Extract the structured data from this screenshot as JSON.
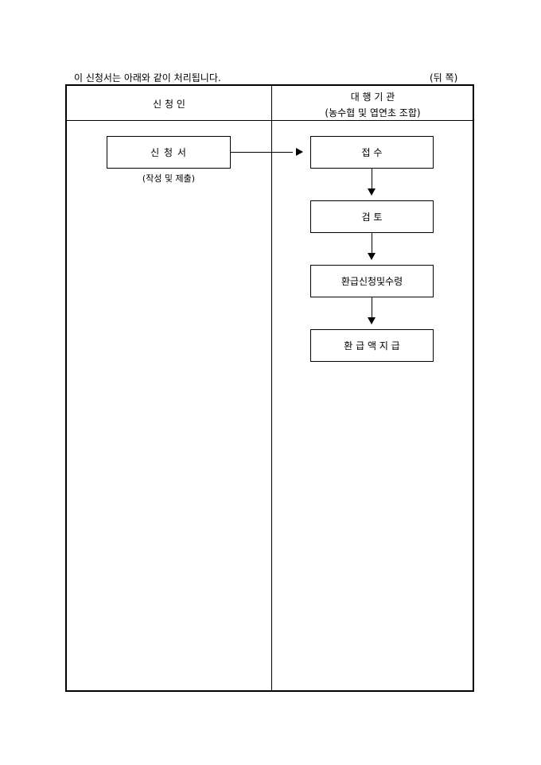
{
  "header": {
    "note": "이 신청서는 아래와 같이 처리됩니다.",
    "side_label": "(뒤 쪽)"
  },
  "columns": {
    "applicant": "신 청 인",
    "agency_title": "대 행 기 관",
    "agency_subtitle": "(농수협 및 엽연초 조합)"
  },
  "applicant_flow": {
    "box": "신 청 서",
    "caption": "(작성 및 제출)"
  },
  "agency_flow": [
    {
      "label": "접 수"
    },
    {
      "label": "검 토"
    },
    {
      "label": "환급신청및수령"
    },
    {
      "label": "환 급 액 지 급"
    }
  ]
}
